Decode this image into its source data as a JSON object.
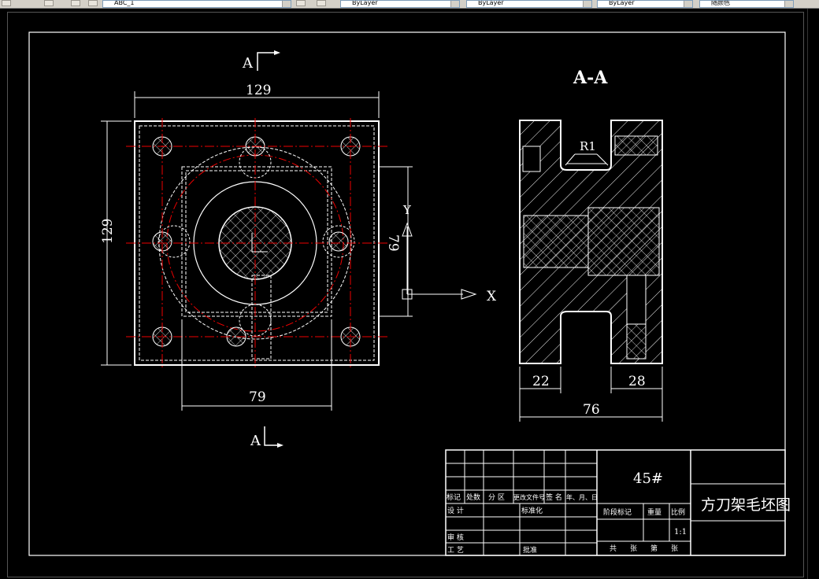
{
  "toolbar": {
    "layer_combo": "ABC_1",
    "color_combo": "ByLayer",
    "linetype_combo": "ByLayer",
    "lineweight_combo": "ByLayer",
    "plotstyle_combo": "随颜色"
  },
  "drawing": {
    "section_top": "A",
    "section_bottom": "A",
    "section_title": "A-A",
    "dim_top_width": "129",
    "dim_left_height": "129",
    "dim_right_79": "79",
    "dim_bottom_79": "79",
    "radius_label": "R1",
    "dim_22": "22",
    "dim_28": "28",
    "dim_76": "76",
    "ucs_x": "X",
    "ucs_y": "Y"
  },
  "title_block": {
    "material": "45#",
    "part_name": "方刀架毛坯图",
    "scale": "1:1",
    "h_biaoji": "标记",
    "h_chushu": "处数",
    "h_fenqu": "分 区",
    "h_genggai": "更改文件号",
    "h_qianming": "签 名",
    "h_date": "年、月、日",
    "h_sheji": "设 计",
    "h_biaozhunhua": "标准化",
    "h_jieduan": "阶段标记",
    "h_zhongliang": "重量",
    "h_bili": "比例",
    "h_shenhe": "审 核",
    "h_gongyi": "工 艺",
    "h_pizhun": "批准",
    "h_gong": "共",
    "h_zhang1": "张",
    "h_di": "第",
    "h_zhang2": "张"
  }
}
